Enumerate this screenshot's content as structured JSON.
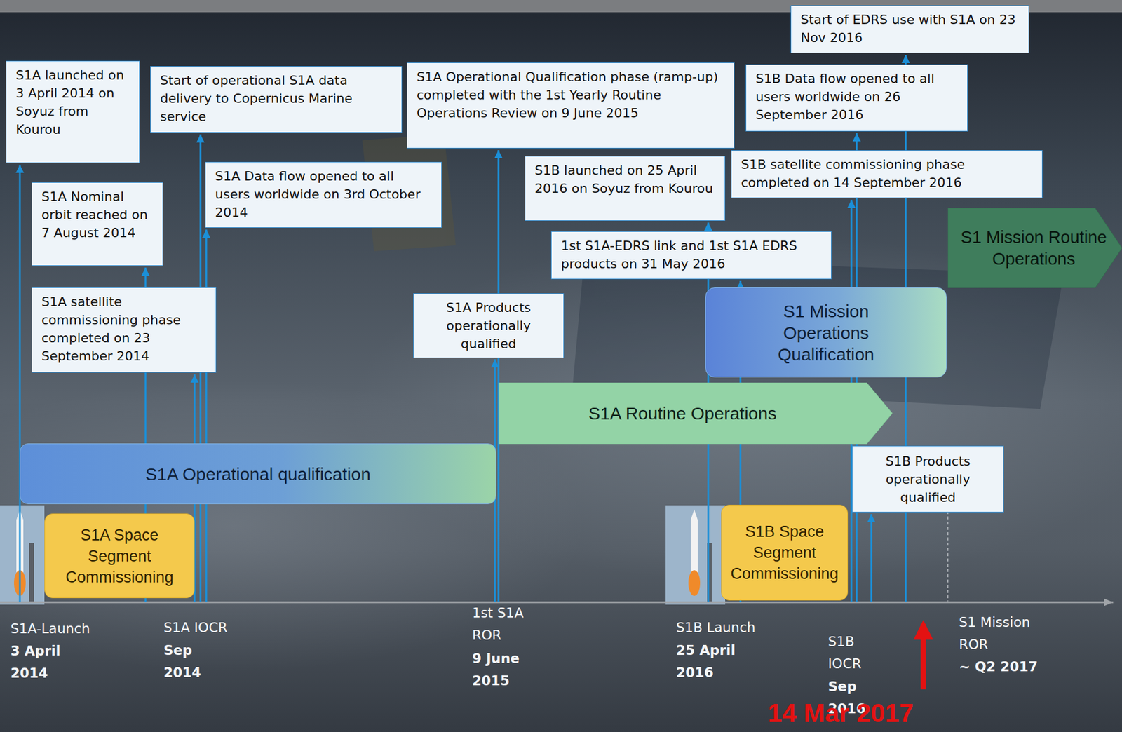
{
  "diagram": {
    "nodes": [
      {
        "text": [
          "S1A launched on 3 April 2014 on Soyuz from Kourou"
        ]
      },
      {
        "text": [
          "S1A Nominal orbit reached on 7 August 2014"
        ]
      },
      {
        "text": [
          "S1A satellite commissioning phase completed on 23 September 2014"
        ]
      },
      {
        "text": [
          "Start of operational S1A data delivery to Copernicus Marine service"
        ]
      },
      {
        "text": [
          "S1A Data flow opened to all users worldwide on 3rd October 2014"
        ]
      },
      {
        "text": [
          "S1A Operational Qualification phase (ramp-up) completed with the 1st Yearly Routine Operations Review on 9 June 2015"
        ]
      },
      {
        "text": [
          "S1A Products operationally qualified"
        ]
      },
      {
        "text": [
          "S1B launched on 25 April 2016 on Soyuz from Kourou"
        ]
      },
      {
        "text": [
          "1st S1A-EDRS link and 1st S1A EDRS products on 31 May 2016"
        ]
      },
      {
        "text": [
          "Start of EDRS use with S1A on 23 Nov 2016"
        ]
      },
      {
        "text": [
          "S1B Data flow opened to all users worldwide on 26 September 2016"
        ]
      },
      {
        "text": [
          "S1B satellite commissioning phase completed on 14 September 2016"
        ]
      },
      {
        "text": [
          "S1B Products operationally qualified"
        ]
      },
      {
        "text": [
          "S1A Operational qualification"
        ]
      },
      {
        "text": [
          "S1A Routine Operations"
        ]
      },
      {
        "text": [
          "S1 Mission Operations Qualification"
        ]
      },
      {
        "text": [
          "S1 Mission Routine Operations"
        ]
      },
      {
        "text": [
          "S1A Space Segment Commissioning"
        ]
      },
      {
        "text": [
          "S1B Space Segment Commissioning"
        ]
      }
    ],
    "labels": [
      "S1A-Launch",
      "3 April 2014",
      "S1A IOCR",
      "Sep 2014",
      "1st S1A ROR",
      "9 June 2015",
      "S1B Launch",
      "25 April 2016",
      "S1B IOCR",
      "Sep 2016",
      "S1 Mission ROR",
      "~ Q2 2017",
      "14 Mar 2017"
    ]
  }
}
